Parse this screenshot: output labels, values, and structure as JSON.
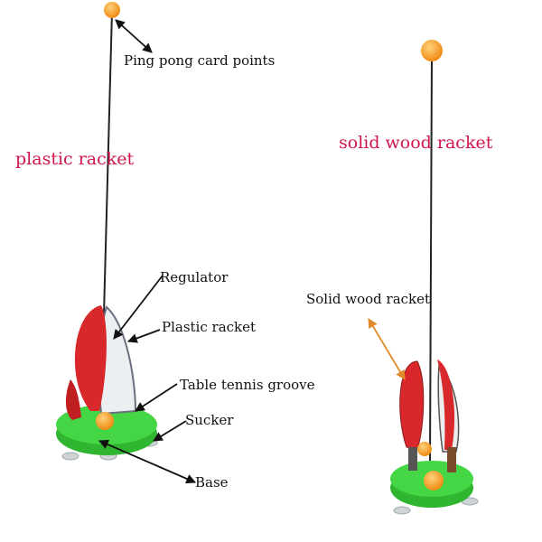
{
  "headings": {
    "left": "plastic racket",
    "right": "solid wood racket"
  },
  "labels": {
    "card_points": "Ping pong card points",
    "regulator": "Regulator",
    "plastic_racket": "Plastic racket",
    "groove": "Table tennis groove",
    "sucker": "Sucker",
    "base": "Base",
    "wood_racket": "Solid wood racket"
  },
  "colors": {
    "heading": "#d0154a",
    "ball": "#f5a623",
    "base": "#3ccf3c",
    "racket": "#d8282b",
    "arrow_right": "#e08a2c"
  }
}
